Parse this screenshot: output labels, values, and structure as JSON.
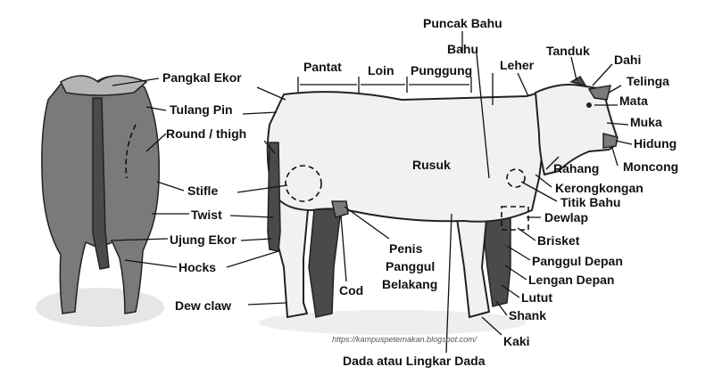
{
  "labels": {
    "puncak_bahu": "Puncak Bahu",
    "bahu": "Bahu",
    "leher": "Leher",
    "tanduk": "Tanduk",
    "dahi": "Dahi",
    "telinga": "Telinga",
    "mata": "Mata",
    "muka": "Muka",
    "hidung": "Hidung",
    "moncong": "Moncong",
    "rahang": "Rahang",
    "kerongkongan": "Kerongkongan",
    "titik_bahu": "Titik Bahu",
    "dewlap": "Dewlap",
    "brisket": "Brisket",
    "panggul_depan": "Panggul Depan",
    "lengan_depan": "Lengan Depan",
    "lutut": "Lutut",
    "shank": "Shank",
    "kaki": "Kaki",
    "dada": "Dada atau Lingkar Dada",
    "rusuk": "Rusuk",
    "pantat": "Pantat",
    "loin": "Loin",
    "punggung": "Punggung",
    "pangkal_ekor": "Pangkal Ekor",
    "tulang_pin": "Tulang Pin",
    "round_thigh": "Round / thigh",
    "stifle": "Stifle",
    "twist": "Twist",
    "ujung_ekor": "Ujung Ekor",
    "hocks": "Hocks",
    "dew_claw": "Dew claw",
    "cod": "Cod",
    "penis": "Penis",
    "panggul_belakang_1": "Panggul",
    "panggul_belakang_2": "Belakang"
  },
  "watermark": "https://kampuspeternakan.blogspot.com/"
}
